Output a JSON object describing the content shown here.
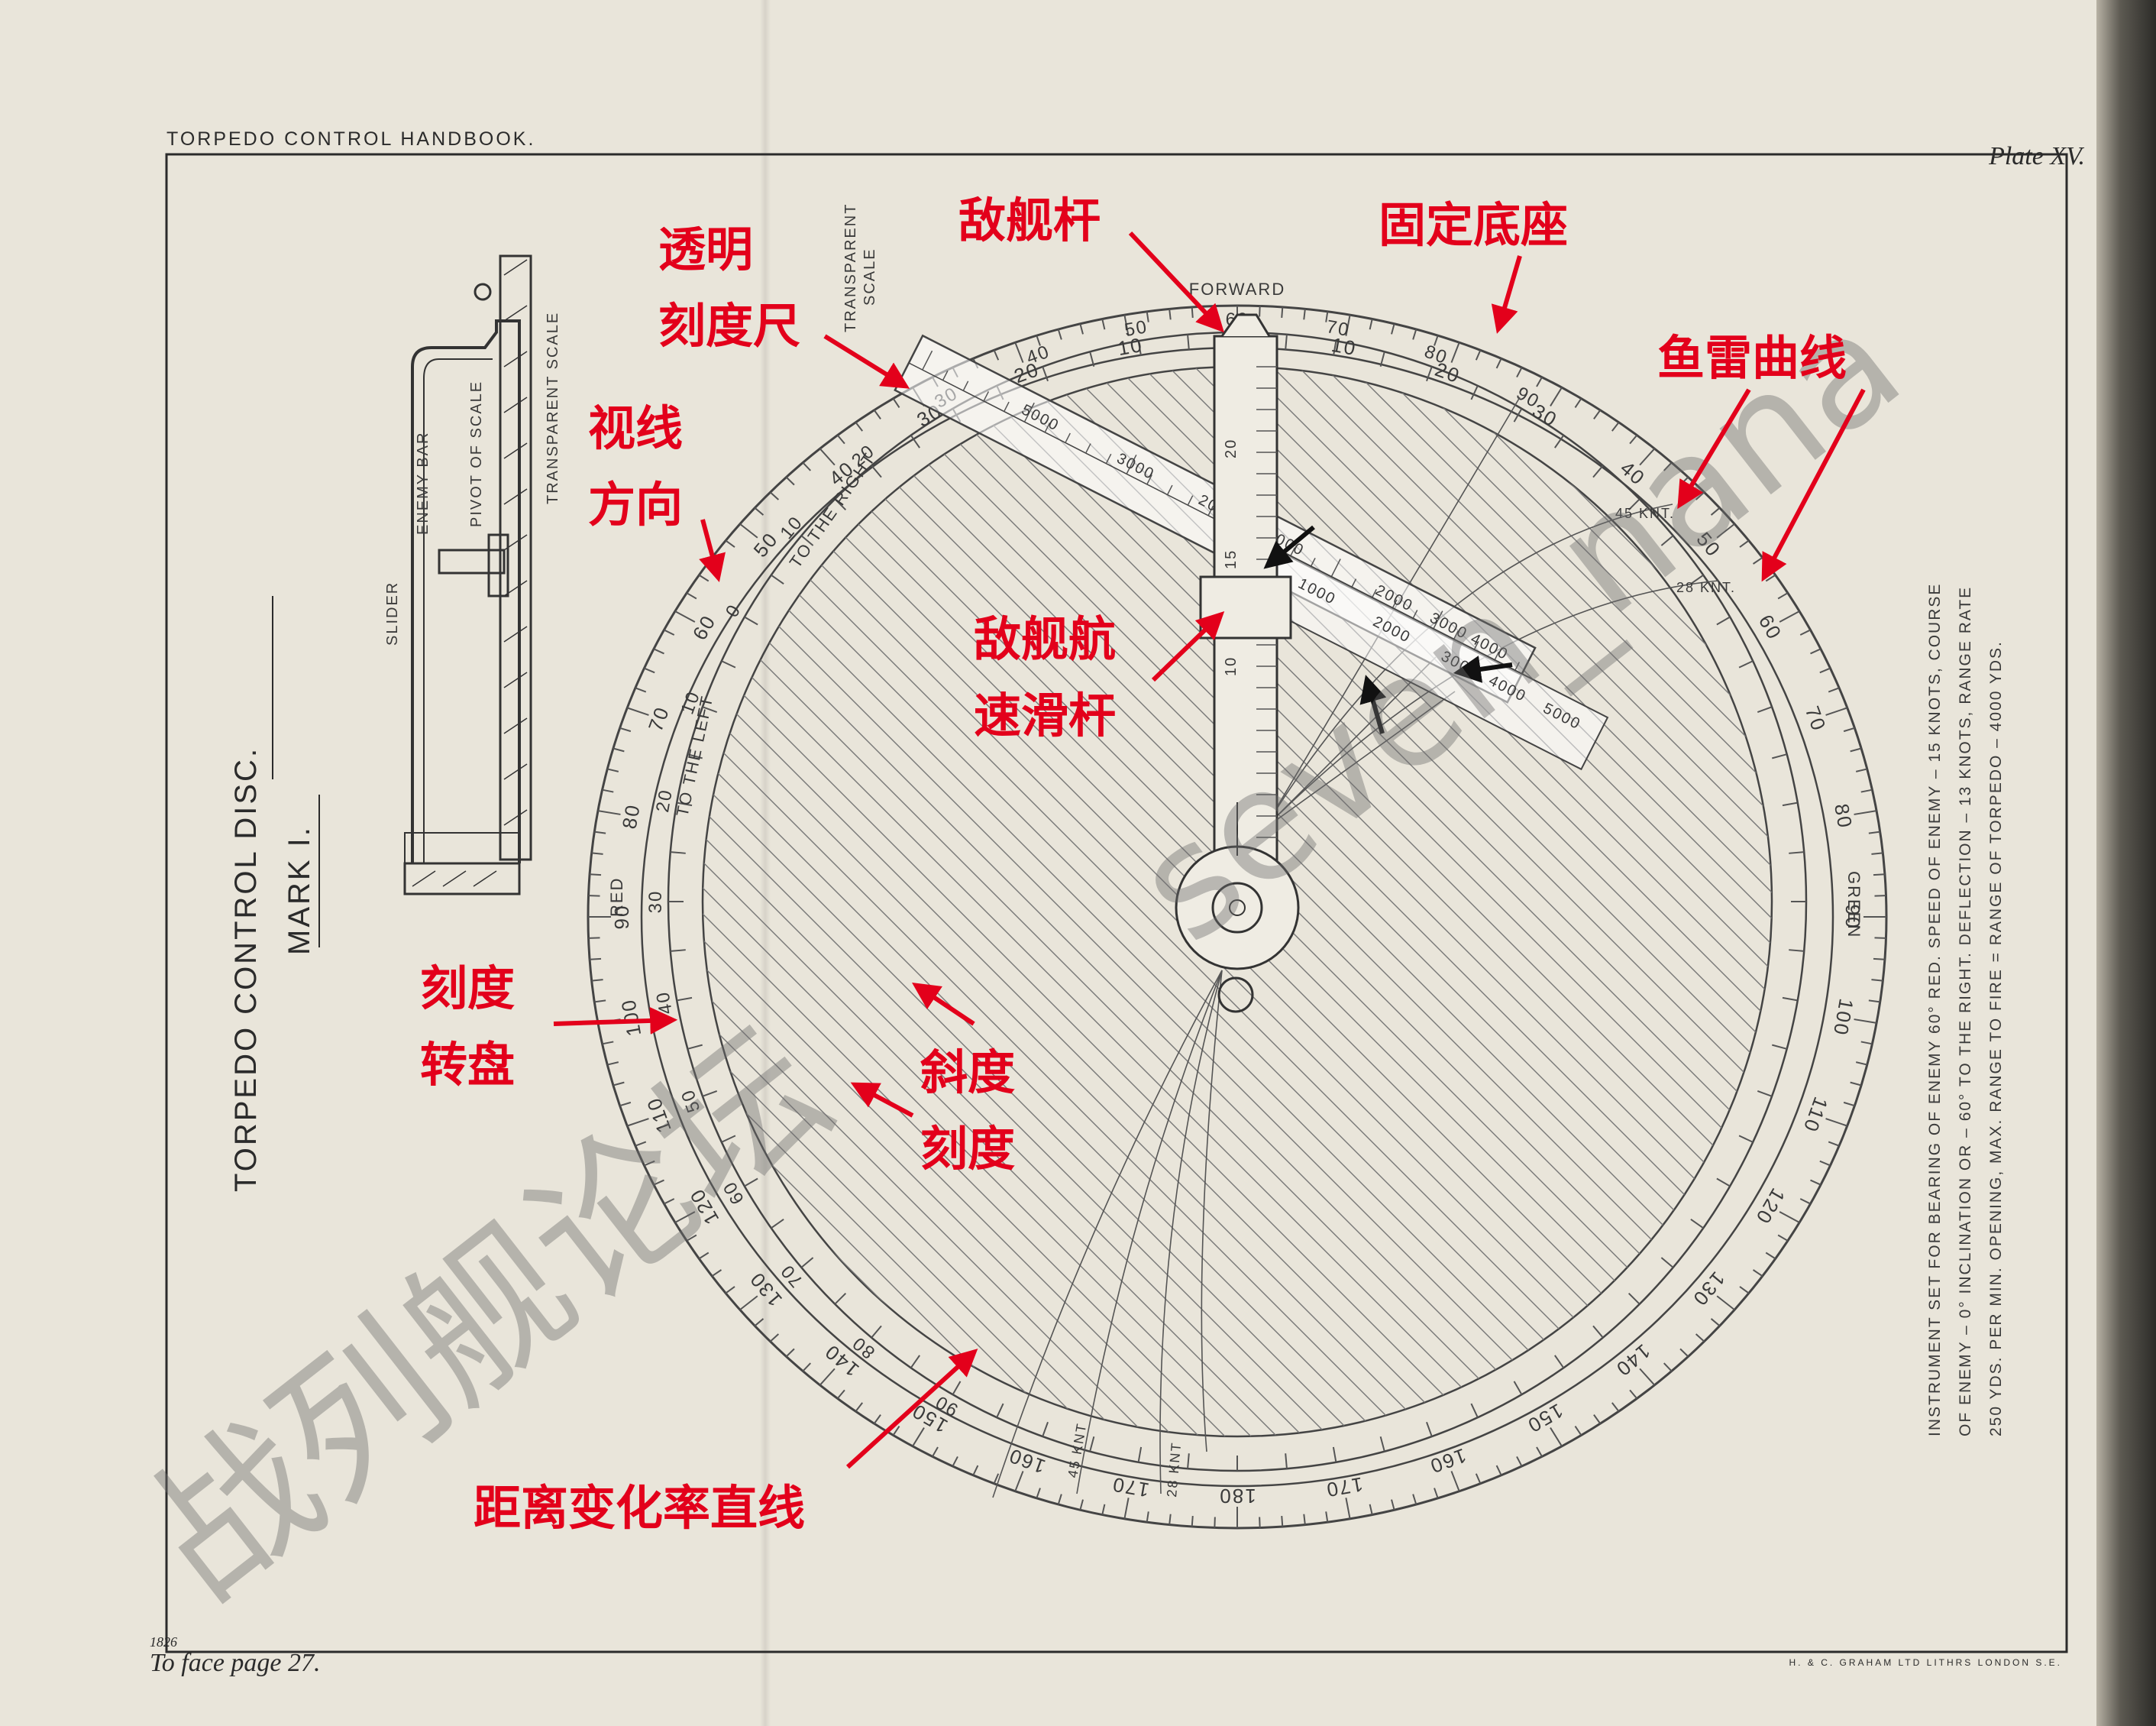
{
  "header": {
    "book_title": "TORPEDO CONTROL HANDBOOK.",
    "plate": "Plate XV.",
    "face_page": "To face page 27.",
    "number": "1826",
    "printer": "H. & C. GRAHAM LTD LITHRS LONDON S.E."
  },
  "title": {
    "main": "TORPEDO CONTROL DISC.",
    "mark": "MARK I."
  },
  "section_view": {
    "labels": [
      "SLIDER",
      "ENEMY BAR",
      "PIVOT OF SCALE",
      "TRANSPARENT SCALE"
    ]
  },
  "disc": {
    "forward": "FORWARD",
    "red": "RED",
    "green": "GREEN",
    "to_the_right": "TO THE RIGHT",
    "to_the_left": "TO THE LEFT",
    "transparent_scale": [
      "TRANSPARENT",
      "SCALE"
    ],
    "curve_45": "45 KNT.",
    "curve_28": "28 KNT.",
    "line_45": "45 KNT",
    "line_28": "28 KNT",
    "outer_numbers": [
      "0",
      "10",
      "20",
      "30",
      "40",
      "50",
      "60",
      "70",
      "80",
      "90",
      "100",
      "110",
      "120",
      "130",
      "140",
      "150",
      "160",
      "170",
      "180"
    ],
    "inner_numbers": [
      "0",
      "10",
      "20",
      "30",
      "40",
      "50",
      "60",
      "70",
      "80",
      "90"
    ],
    "scale_marks": [
      "1000",
      "2000",
      "3000",
      "4000",
      "5000"
    ],
    "speed_marks": [
      "10",
      "15",
      "20"
    ]
  },
  "caption": {
    "lines": [
      "INSTRUMENT SET FOR BEARING OF ENEMY 60° RED.  SPEED OF ENEMY – 15 KNOTS, COURSE",
      "OF ENEMY – 0° INCLINATION OR – 60° TO THE RIGHT.  DEFLECTION – 13 KNOTS, RANGE RATE",
      "250 YDS. PER MIN. OPENING,  MAX. RANGE TO FIRE = RANGE OF TORPEDO – 4000 YDS."
    ]
  },
  "annotations": {
    "enemy_bar": "敌舰杆",
    "fixed_base": "固定底座",
    "transparent_scale": [
      "透明",
      "刻度尺"
    ],
    "torpedo_curve": "鱼雷曲线",
    "line_of_sight": [
      "视线",
      "方向"
    ],
    "enemy_speed_slider": [
      "敌舰航",
      "速滑杆"
    ],
    "scale_dial": [
      "刻度",
      "转盘"
    ],
    "inclination_scale": [
      "斜度",
      "刻度"
    ],
    "range_rate_lines": "距离变化率直线"
  },
  "watermark": {
    "cn": "战列舰论坛",
    "en": "seven_nana"
  },
  "colors": {
    "paper": "#e9e5da",
    "ink": "#2b2b2b",
    "annotation": "#e3001b"
  }
}
